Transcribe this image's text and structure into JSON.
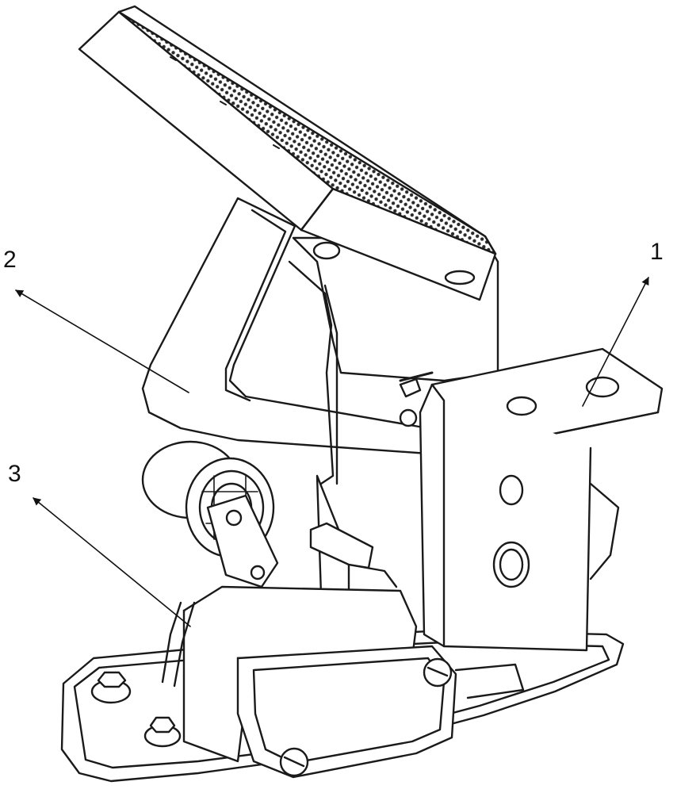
{
  "figure": {
    "labels": {
      "one": "1",
      "two": "2",
      "three": "3"
    },
    "colors": {
      "line": "#1a1a1a",
      "fill": "#ffffff",
      "tread": "#2a2a2a"
    }
  }
}
